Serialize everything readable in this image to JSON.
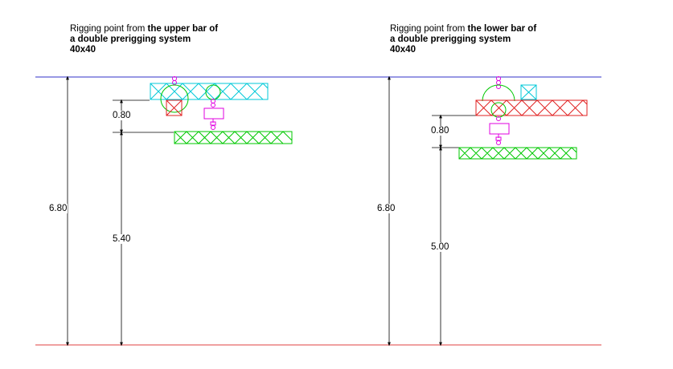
{
  "left_panel": {
    "title_prefix": "Rigging point from ",
    "title_bold_1": "the upper bar of",
    "title_line2": "a double prerigging system",
    "title_line3": "40x40",
    "dim_total": "6.80",
    "dim_gap": "0.80",
    "dim_lower": "5.40"
  },
  "right_panel": {
    "title_prefix": "Rigging point from ",
    "title_bold_1": "the lower bar of",
    "title_line2": "a double prerigging system",
    "title_line3": "40x40",
    "dim_total": "6.80",
    "dim_gap": "0.80",
    "dim_lower": "5.00"
  },
  "colors": {
    "ceiling_line": "#3030c8",
    "floor_line": "#e04040",
    "upper_truss": "#00c8d8",
    "lower_truss": "#00c800",
    "red_truss": "#e02020",
    "hardware": "#e000e0",
    "dimension": "#000000"
  }
}
